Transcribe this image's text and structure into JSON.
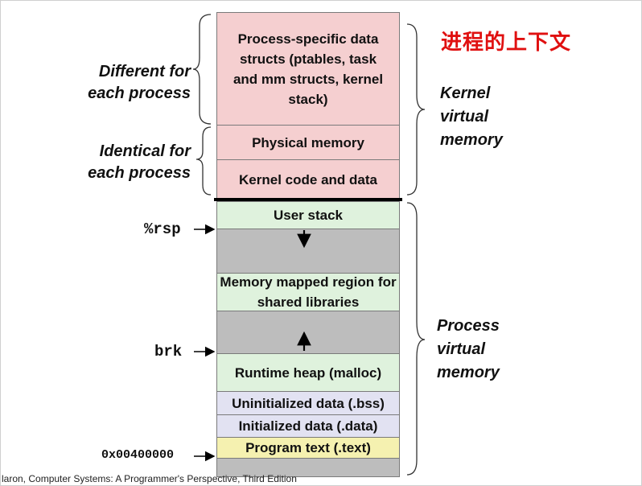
{
  "heading_cn": "进程的上下文",
  "regions": {
    "process_specific": "Process-specific data structs  (ptables, task and mm structs, kernel stack)",
    "physical_memory": "Physical memory",
    "kernel_code": "Kernel code and data",
    "user_stack": "User stack",
    "mmap": "Memory mapped region for shared libraries",
    "heap": "Runtime heap (malloc)",
    "bss": "Uninitialized data (.bss)",
    "data": "Initialized data (.data)",
    "text": "Program text (.text)"
  },
  "left_labels": {
    "different_line1": "Different for",
    "different_line2": "each process",
    "identical_line1": "Identical  for",
    "identical_line2": "each process"
  },
  "right_labels": {
    "kernel_line1": "Kernel",
    "kernel_line2": "virtual",
    "kernel_line3": "memory",
    "process_line1": "Process",
    "process_line2": "virtual",
    "process_line3": "memory"
  },
  "pointers": {
    "rsp": "%rsp",
    "brk": "brk",
    "text_start": "0x00400000"
  },
  "caption": "laron, Computer Systems: A Programmer's Perspective, Third Edition"
}
